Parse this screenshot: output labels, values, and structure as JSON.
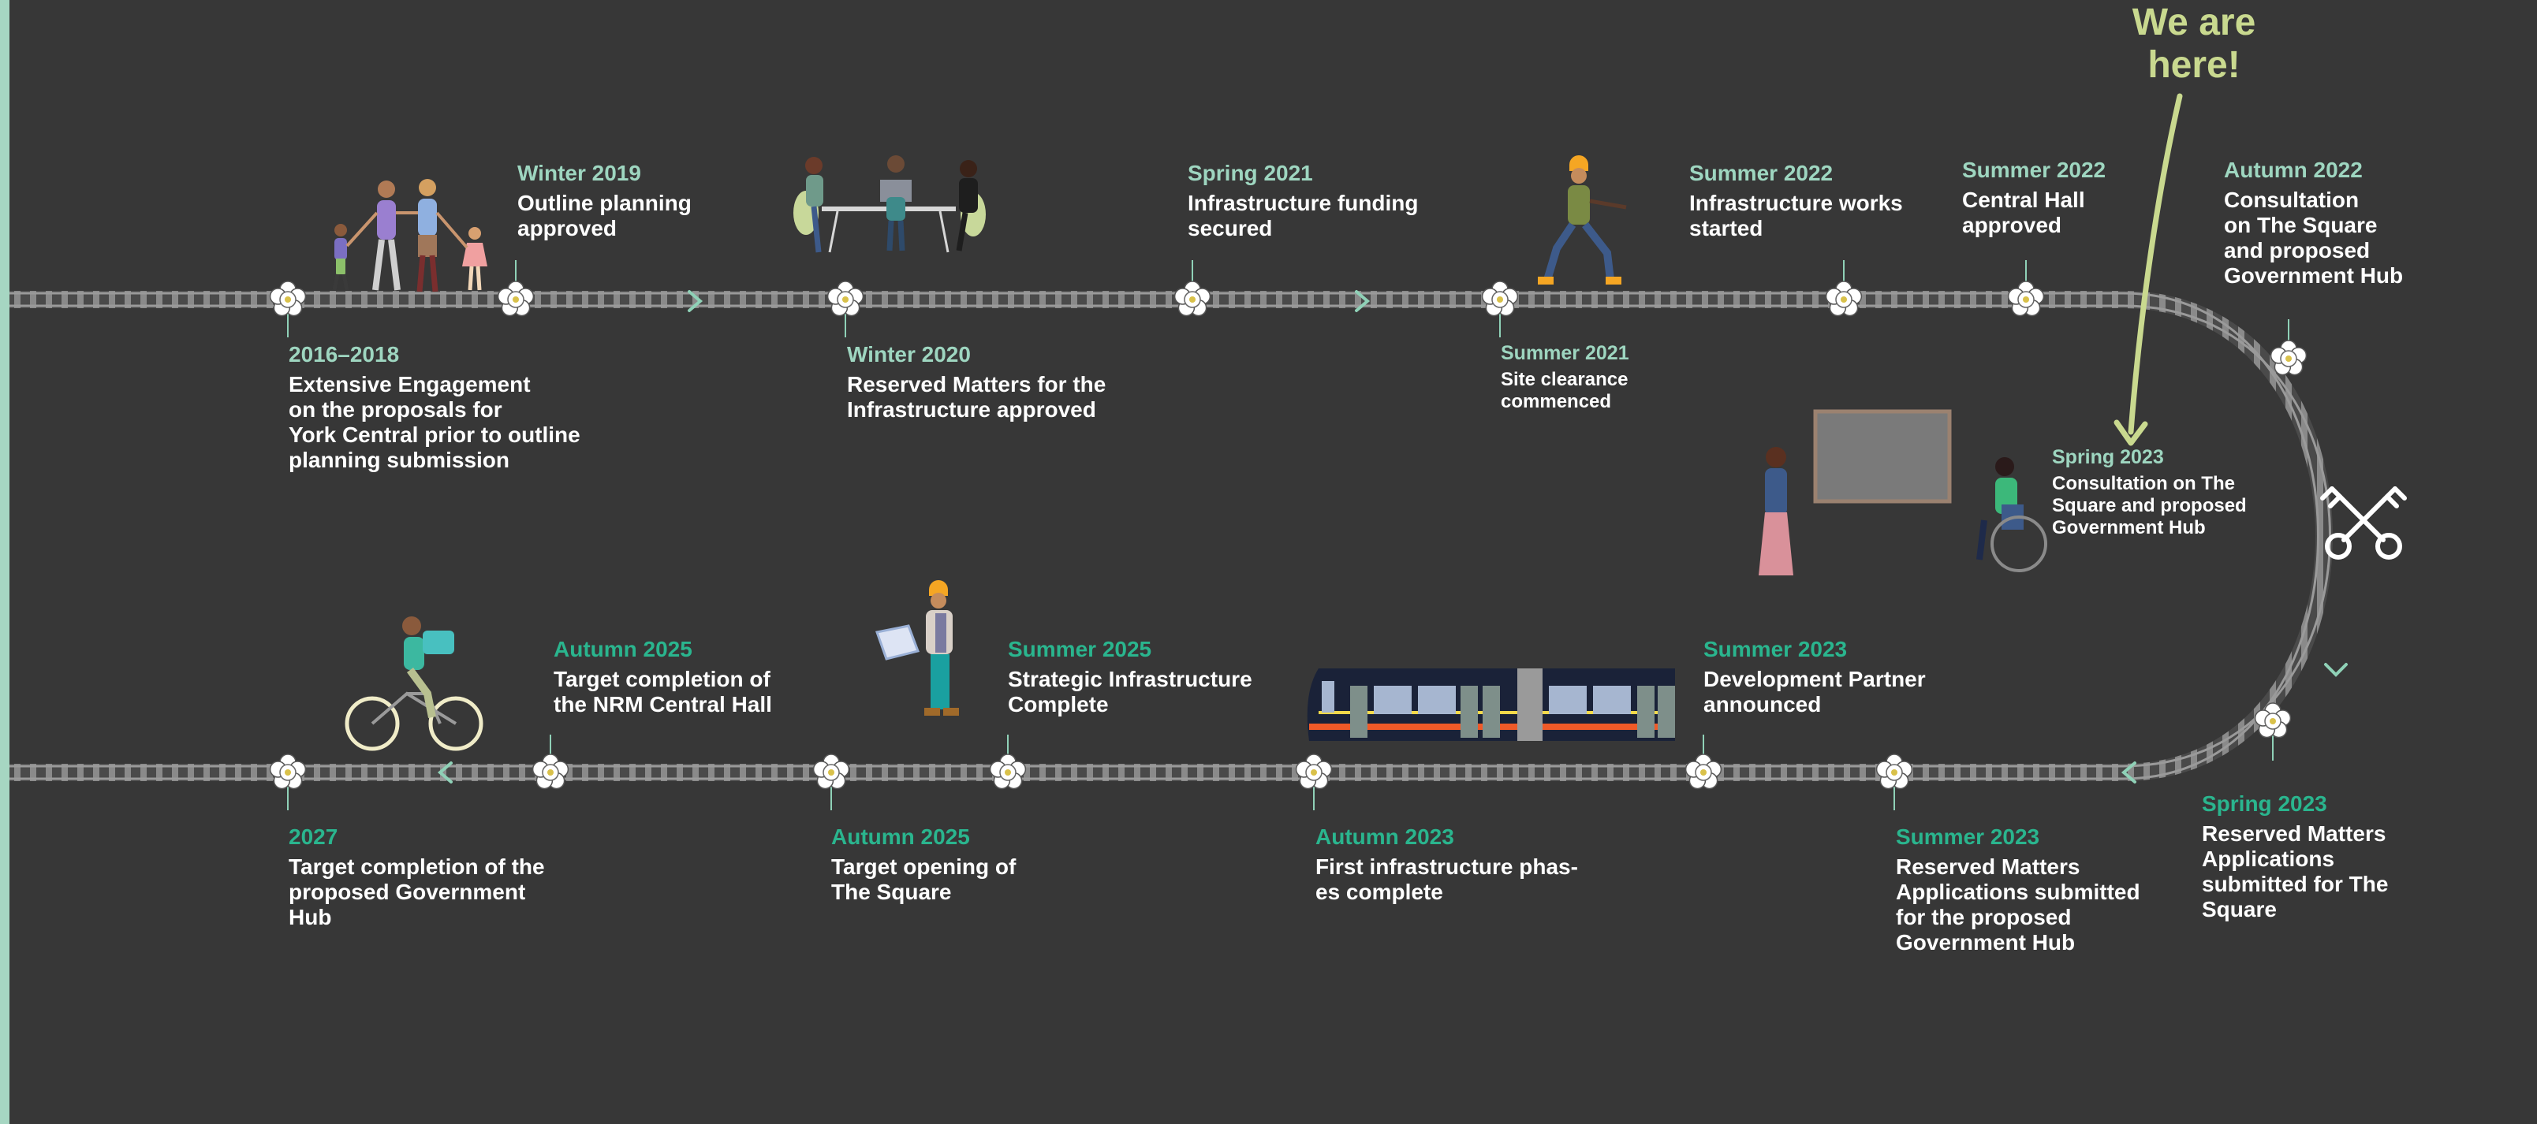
{
  "callout": {
    "line1": "We are",
    "line2": "here!"
  },
  "colors": {
    "background": "#373737",
    "frame": "#a6d6c2",
    "track": "#7d7d7d",
    "date_light": "#9ed6c0",
    "date_green": "#2ab58e",
    "callout": "#c9d98f",
    "text": "#ffffff"
  },
  "milestones": [
    {
      "date": "2016–2018",
      "text": "Extensive Engagement\non the proposals for\nYork Central prior to outline\nplanning submission"
    },
    {
      "date": "Winter 2019",
      "text": "Outline planning\napproved"
    },
    {
      "date": "Winter 2020",
      "text": "Reserved Matters for the\nInfrastructure approved"
    },
    {
      "date": "Spring 2021",
      "text": "Infrastructure funding\nsecured"
    },
    {
      "date": "Summer 2021",
      "text": "Site clearance\ncommenced"
    },
    {
      "date": "Summer 2022",
      "text": "Infrastructure works\nstarted"
    },
    {
      "date": "Summer 2022",
      "text": "Central Hall\napproved"
    },
    {
      "date": "Autumn 2022",
      "text": "Consultation\non The Square\nand proposed\nGovernment Hub"
    },
    {
      "date": "Spring 2023",
      "text": "Consultation on The\nSquare and proposed\nGovernment Hub"
    },
    {
      "date": "Spring 2023",
      "text": "Reserved Matters\nApplications\nsubmitted for The\nSquare"
    },
    {
      "date": "Summer 2023",
      "text": "Reserved Matters\nApplications submitted\nfor the proposed\nGovernment Hub"
    },
    {
      "date": "Summer 2023",
      "text": "Development Partner\nannounced"
    },
    {
      "date": "Autumn 2023",
      "text": "First infrastructure phas-\nes complete"
    },
    {
      "date": "Summer 2025",
      "text": "Strategic Infrastructure\nComplete"
    },
    {
      "date": "Autumn 2025",
      "text": "Target opening of\nThe Square"
    },
    {
      "date": "Autumn 2025",
      "text": "Target completion of\nthe NRM Central Hall"
    },
    {
      "date": "2027",
      "text": "Target completion of the\nproposed Government\nHub"
    }
  ]
}
